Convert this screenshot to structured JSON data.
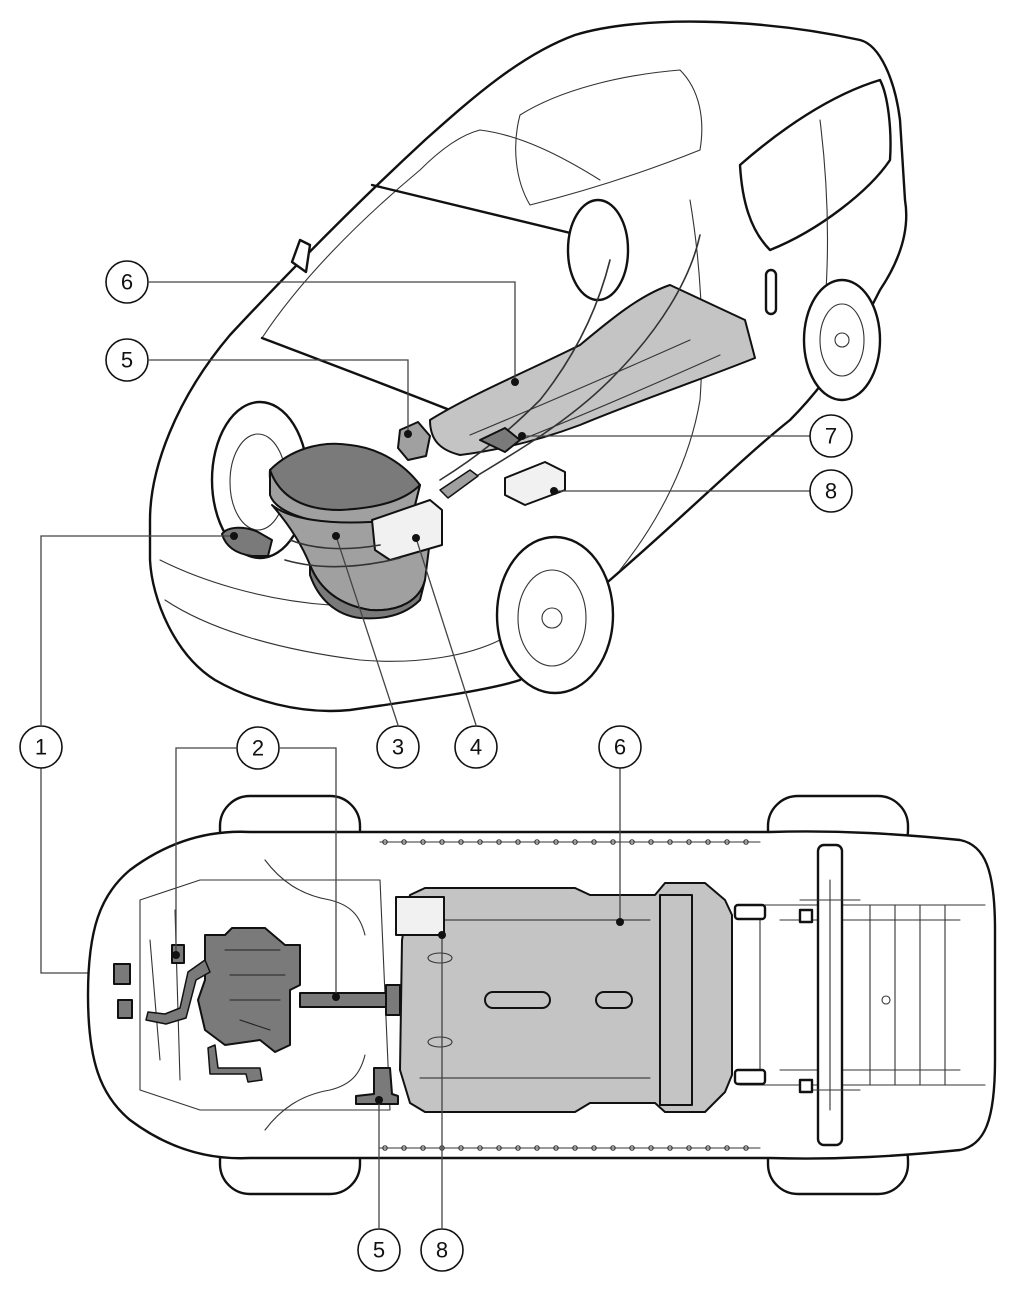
{
  "callouts": {
    "top_6": "6",
    "top_5": "5",
    "top_7": "7",
    "top_8": "8",
    "label_1": "1",
    "label_2": "2",
    "label_3": "3",
    "label_4": "4",
    "bottom_6": "6",
    "bottom_5": "5",
    "bottom_8": "8"
  },
  "colors": {
    "component_dark": "#7a7a7a",
    "component_mid": "#a0a0a0",
    "component_light": "#c4c4c4",
    "line": "#111111"
  }
}
